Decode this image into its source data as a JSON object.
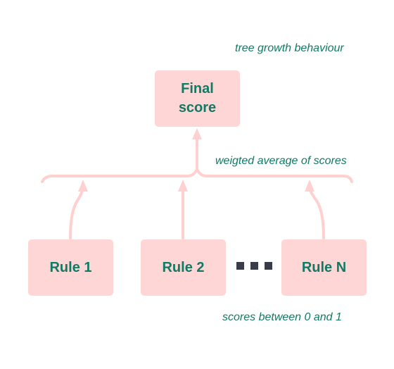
{
  "labels": {
    "top_note": "tree growth behaviour",
    "middle_note": "weigted average of scores",
    "bottom_note": "scores between 0 and 1"
  },
  "nodes": {
    "final": {
      "line1": "Final",
      "line2": "score"
    },
    "rule1": "Rule 1",
    "rule2": "Rule 2",
    "ruleN": "Rule N"
  },
  "colors": {
    "box_fill": "#ffd6d6",
    "text": "#117a64",
    "connector": "#ffd0d0",
    "ellipsis": "#3a3d47"
  },
  "icons": {
    "ellipsis": "ellipsis-icon"
  }
}
